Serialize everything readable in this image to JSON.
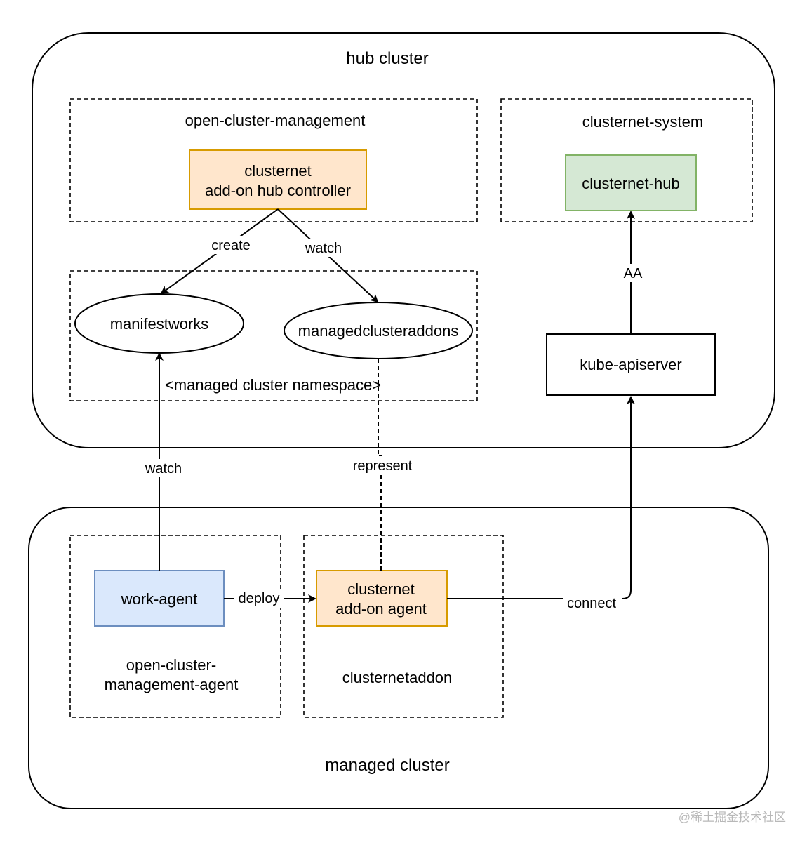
{
  "hub": {
    "title": "hub cluster",
    "ocm_ns": "open-cluster-management",
    "controller_line1": "clusternet",
    "controller_line2": "add-on hub controller",
    "clusternet_ns": "clusternet-system",
    "clusternet_hub": "clusternet-hub",
    "manifestworks": "manifestworks",
    "managedclusteraddons": "managedclusteraddons",
    "managed_ns": "<managed cluster namespace>",
    "kube_apiserver": "kube-apiserver"
  },
  "managed": {
    "title": "managed cluster",
    "work_agent": "work-agent",
    "agent_ns_line1": "open-cluster-",
    "agent_ns_line2": "management-agent",
    "addon_line1": "clusternet",
    "addon_line2": "add-on agent",
    "addon_ns": "clusternetaddon"
  },
  "edges": {
    "create": "create",
    "watch_top": "watch",
    "aa": "AA",
    "watch_bottom": "watch",
    "represent": "represent",
    "deploy": "deploy",
    "connect": "connect"
  },
  "colors": {
    "orange_fill": "#ffe6cc",
    "orange_stroke": "#d79b00",
    "green_fill": "#d5e8d4",
    "green_stroke": "#82b366",
    "blue_fill": "#dae8fc",
    "blue_stroke": "#6c8ebf"
  },
  "watermark": "@稀土掘金技术社区"
}
